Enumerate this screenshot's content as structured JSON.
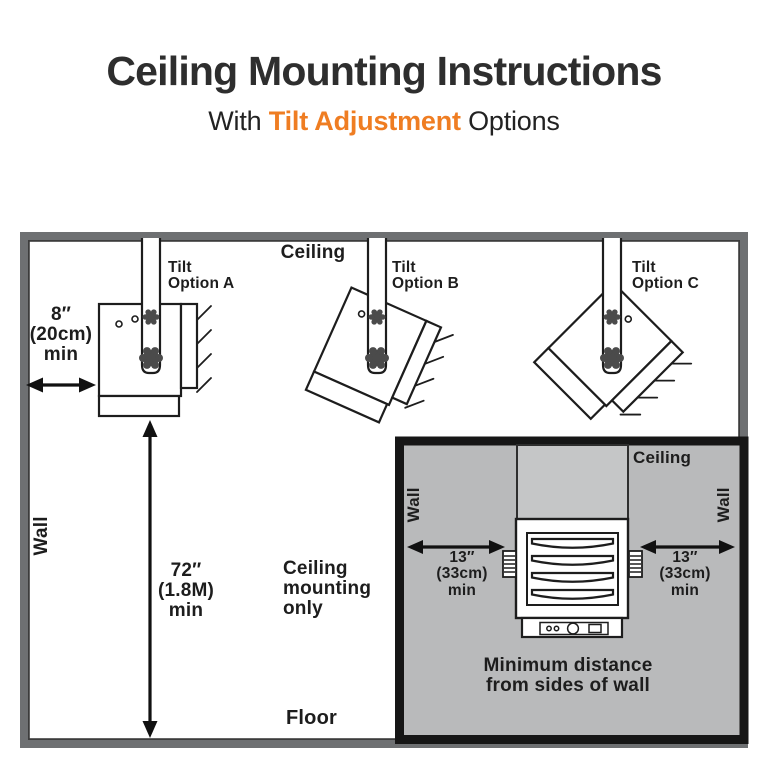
{
  "header": {
    "title": "Ceiling Mounting Instructions",
    "subtitle_prefix": "With ",
    "subtitle_highlight": "Tilt Adjustment",
    "subtitle_suffix": " Options"
  },
  "colors": {
    "accent_orange": "#EF7D22",
    "title_text": "#2E2E2E",
    "diagram_text": "#1D1D1D",
    "outer_wall_border": "#6E7072",
    "inset_background": "#B9BABB",
    "inset_bracket_plate": "#C5C6C7",
    "inset_border": "#161616",
    "line_art": "#1D1D1D",
    "bolt_fill": "#4B4B4B"
  },
  "room_diagram": {
    "ceiling_label": "Ceiling",
    "wall_label": "Wall",
    "floor_label": "Floor",
    "note_lines": [
      "Ceiling",
      "mounting",
      "only"
    ],
    "wall_clearance_lines": [
      "8″",
      "(20cm)",
      "min"
    ],
    "floor_clearance_lines": [
      "72″",
      "(1.8M)",
      "min"
    ],
    "tilt_options": [
      {
        "label_line1": "Tilt",
        "label_line2": "Option A",
        "tilt_deg": 0
      },
      {
        "label_line1": "Tilt",
        "label_line2": "Option B",
        "tilt_deg": 24
      },
      {
        "label_line1": "Tilt",
        "label_line2": "Option C",
        "tilt_deg": 45
      }
    ]
  },
  "inset_diagram": {
    "ceiling_label": "Ceiling",
    "wall_left_label": "Wall",
    "wall_right_label": "Wall",
    "left_clearance_lines": [
      "13″",
      "(33cm)",
      "min"
    ],
    "right_clearance_lines": [
      "13″",
      "(33cm)",
      "min"
    ],
    "caption_lines": [
      "Minimum distance",
      "from sides of wall"
    ]
  }
}
